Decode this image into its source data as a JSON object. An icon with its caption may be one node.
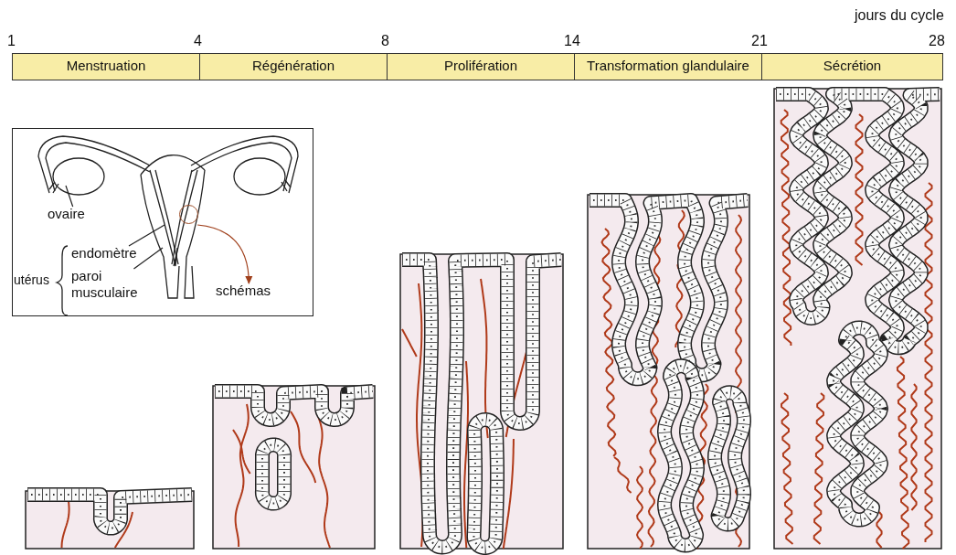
{
  "diagram": {
    "nodes": [
      {
        "text": [
          "Menstruation"
        ]
      },
      {
        "text": [
          "Régénération"
        ]
      },
      {
        "text": [
          "Prolifération"
        ]
      },
      {
        "text": [
          "Transformation glandulaire"
        ]
      },
      {
        "text": [
          "Sécrétion"
        ]
      },
      {
        "text": [],
        "shape": "box"
      },
      {
        "text": [
          "ovaire"
        ],
        "in": 5
      },
      {
        "text": [
          "endomètre"
        ],
        "in": 5
      },
      {
        "text": [
          "paroi musculaire"
        ],
        "in": 5
      },
      {
        "text": [],
        "shape": "circle",
        "in": 5
      },
      {
        "text": [
          "schémas"
        ],
        "in": 5
      }
    ],
    "edges": [
      {
        "from": 6,
        "to": null,
        "arrow": "none"
      },
      {
        "from": 7,
        "to": null,
        "arrow": "none"
      },
      {
        "from": 8,
        "to": null,
        "arrow": "none"
      },
      {
        "from": 9,
        "to": 10,
        "arrow": "to",
        "color": "#a0401c"
      }
    ],
    "labels": [
      "jours du cycle",
      "1",
      "4",
      "8",
      "14",
      "21",
      "28",
      "utérus"
    ]
  }
}
